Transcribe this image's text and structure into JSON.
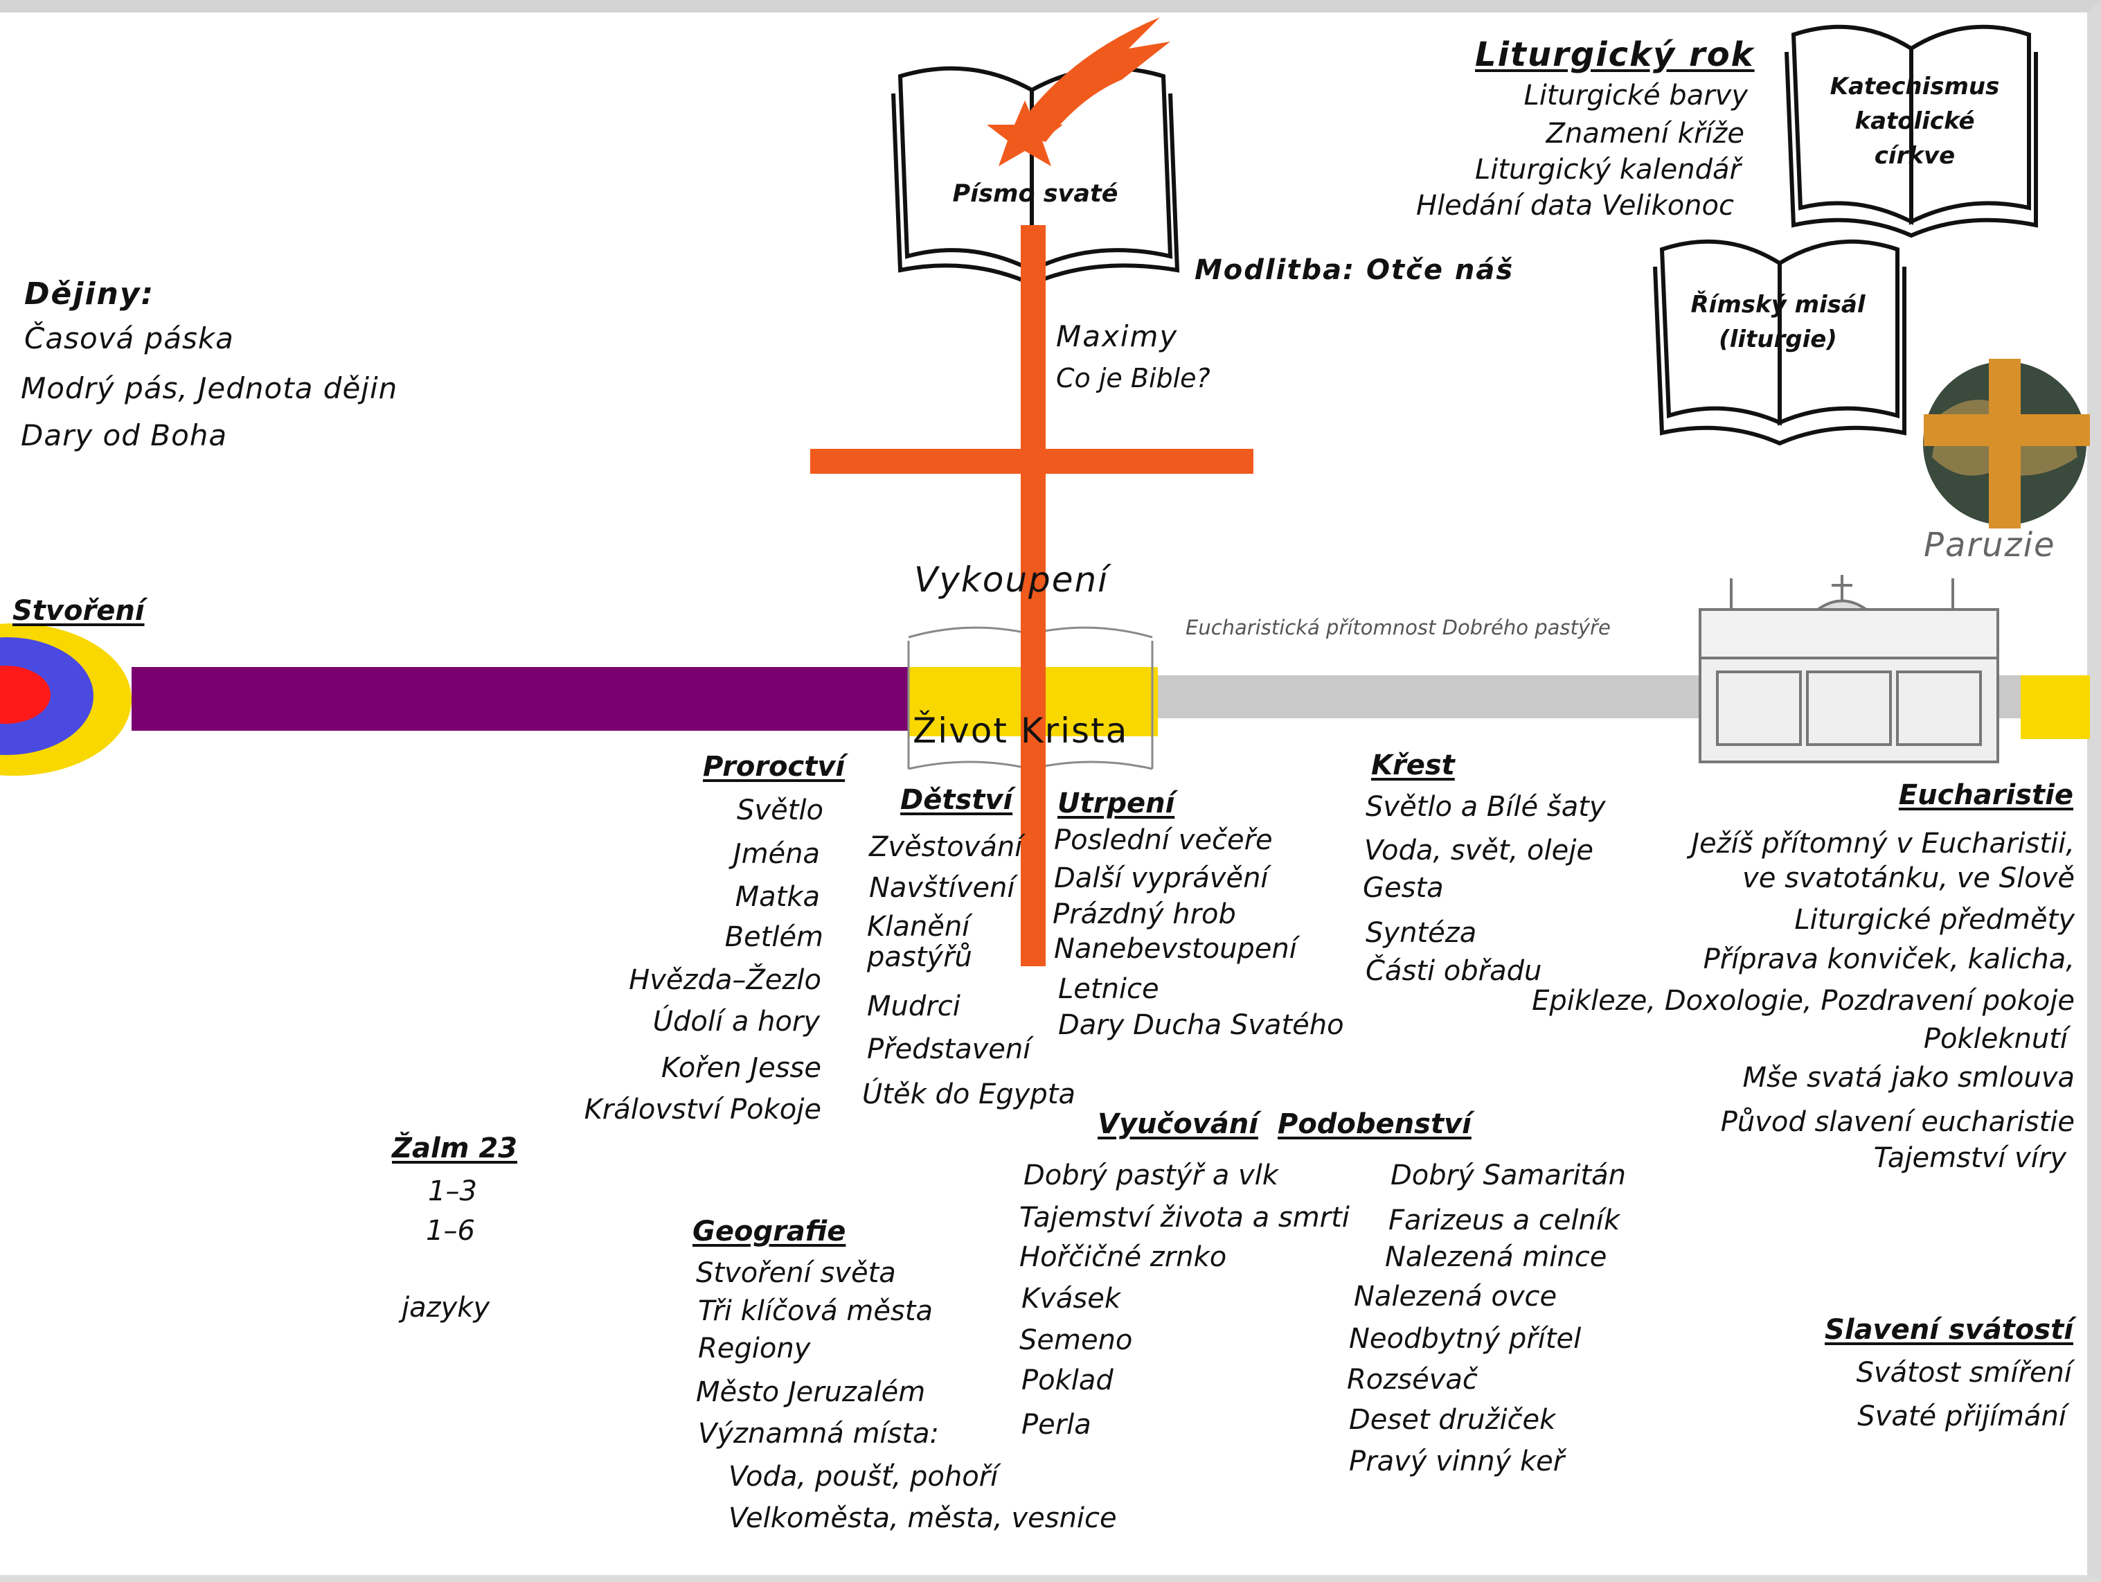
{
  "dejiny": {
    "title": "Dějiny:",
    "items": [
      "Časová páska",
      "Modrý pás, Jednota dějin",
      "Dary od Boha"
    ]
  },
  "stvoreni": "Stvoření",
  "books": {
    "pismo": "Písmo svaté",
    "katechismus": "Katechismus katolické církve",
    "misal": "Římský misál (liturgie)"
  },
  "liturgicky_rok": {
    "title": "Liturgický rok",
    "items": [
      "Liturgické barvy",
      "Znamení kříže",
      "Liturgický kalendář",
      "Hledání data Velikonoc"
    ]
  },
  "modlitba": "Modlitba: Otče náš",
  "maximy": "Maximy",
  "co_je_bible": "Co je Bible?",
  "paruzie": "Paruzie",
  "vykoupeni": "Vykoupení",
  "eucharisticka": "Eucharistická přítomnost Dobrého pastýře",
  "zivot_krista": "Život Krista",
  "proroctvi": {
    "title": "Proroctví",
    "items": [
      "Světlo",
      "Jména",
      "Matka",
      "Betlém",
      "Hvězda–Žezlo",
      "Údolí a hory",
      "Kořen Jesse",
      "Království Pokoje"
    ]
  },
  "detstvi": {
    "title": "Dětství",
    "items": [
      "Zvěstování",
      "Navštívení",
      "Klanění",
      "pastýřů",
      "Mudrci",
      "Představení",
      "Útěk do Egypta"
    ]
  },
  "utrpeni": {
    "title": "Utrpení",
    "items": [
      "Poslední večeře",
      "Další vyprávění",
      "Prázdný hrob",
      "Nanebevstoupení",
      "Letnice",
      "Dary Ducha Svatého"
    ]
  },
  "krest": {
    "title": "Křest",
    "items": [
      "Světlo a Bílé šaty",
      "Voda, svět, oleje",
      "Gesta",
      "Syntéza",
      "Části obřadu"
    ]
  },
  "eucharistie": {
    "title": "Eucharistie",
    "items": [
      "Ježíš přítomný v Eucharistii,",
      "ve svatotánku, ve Slově",
      "Liturgické předměty",
      "Příprava konviček, kalicha,",
      "Epikleze, Doxologie, Pozdravení pokoje",
      "Pokleknutí",
      "Mše svatá jako smlouva",
      "Původ slavení eucharistie",
      "Tajemství víry"
    ]
  },
  "zalm": {
    "title": "Žalm 23",
    "items": [
      "1–3",
      "1–6",
      "jazyky"
    ]
  },
  "geografie": {
    "title": "Geografie",
    "items": [
      "Stvoření světa",
      "Tři klíčová města",
      "Regiony",
      "Město Jeruzalém",
      "Významná místa:",
      "Voda, poušť, pohoří",
      "Velkoměsta, města, vesnice"
    ]
  },
  "vyucovani": {
    "title": "Vyučování",
    "items": [
      "Dobrý pastýř a vlk",
      "Tajemství života a  smrti",
      "Hořčičné zrnko",
      "Kvásek",
      "Semeno",
      "Poklad",
      "Perla"
    ]
  },
  "podobenstvi": {
    "title": "Podobenství",
    "items": [
      "Dobrý Samaritán",
      "Farizeus a celník",
      "Nalezená mince",
      "Nalezená ovce",
      "Neodbytný přítel",
      "Rozsévač",
      "Deset družiček",
      "Pravý vinný keř"
    ]
  },
  "svatosti": {
    "title": "Slavení svátostí",
    "items": [
      "Svátost smíření",
      "Svaté přijímání"
    ]
  },
  "colors": {
    "purple": "#7a0070",
    "yellow": "#f8d800",
    "gray": "#c6c6c6",
    "orange": "#f05a1c",
    "cross_gold": "#d8902a",
    "red": "#ff1a1a",
    "blue": "#4a4ae0"
  },
  "icons": [
    "shooting-star-icon",
    "open-book-icon",
    "cross-icon",
    "globe-icon",
    "altar-icon"
  ]
}
